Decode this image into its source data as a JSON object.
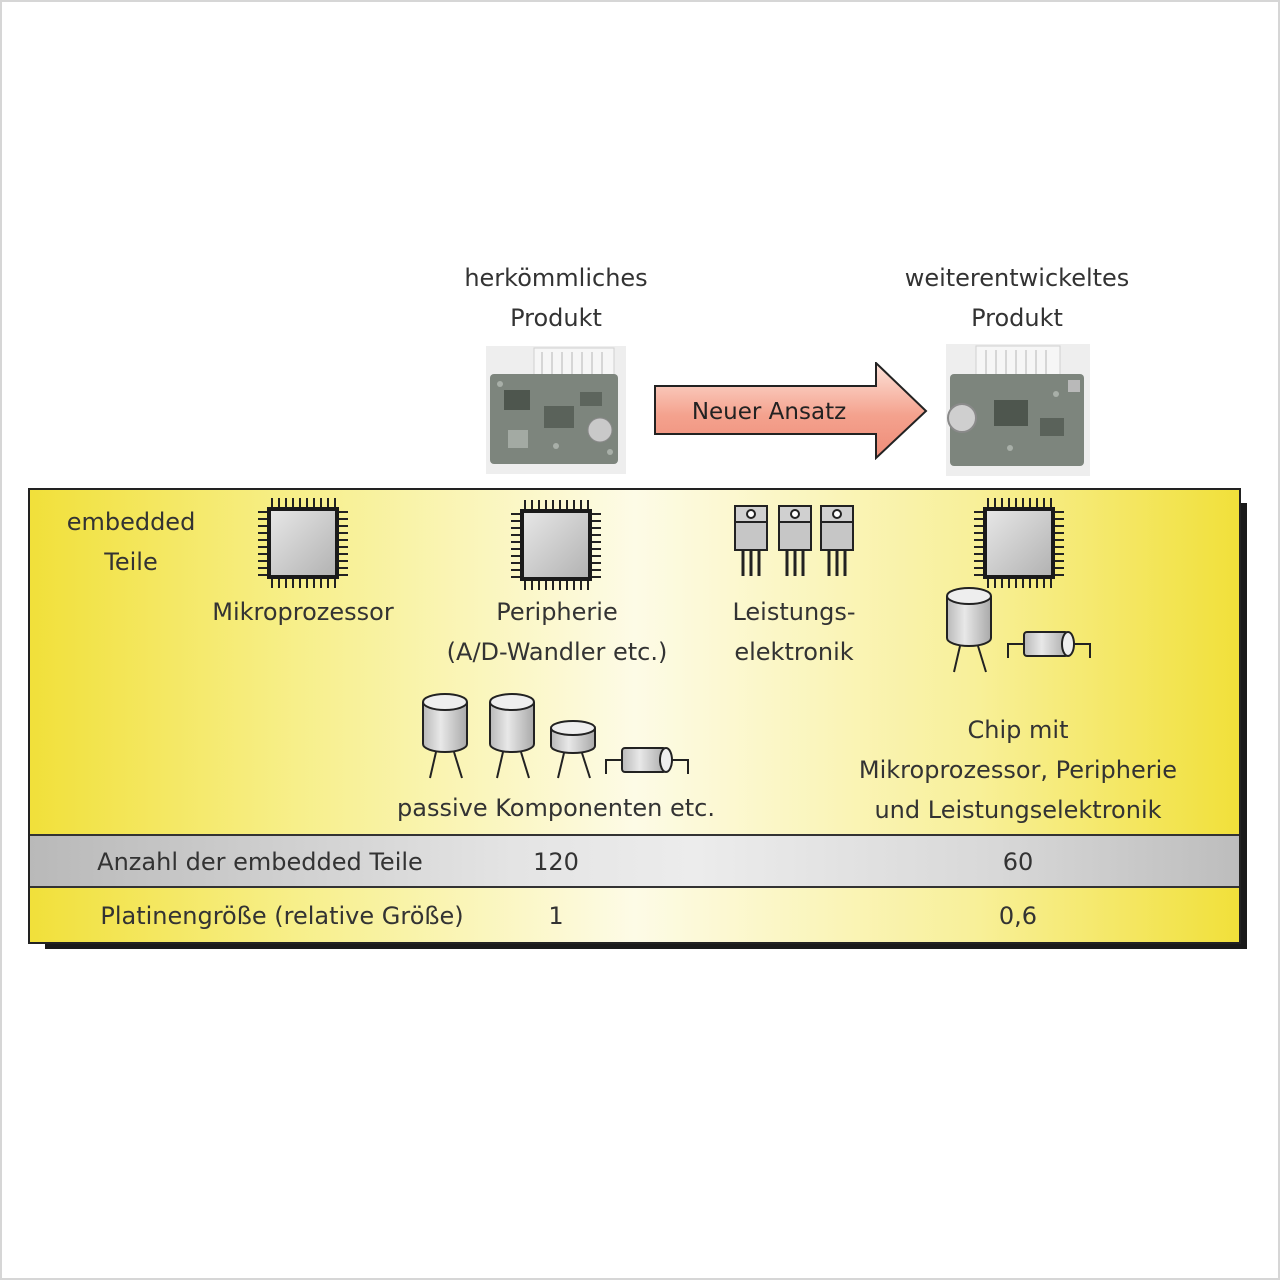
{
  "header": {
    "conventional_label": "herkömmliches\nProdukt",
    "advanced_label": "weiterentwickeltes\nProdukt",
    "arrow_label": "Neuer Ansatz"
  },
  "panel": {
    "section_label": "embedded\nTeile",
    "items": {
      "microprocessor": "Mikroprozessor",
      "peripheral": "Peripherie\n(A/D-Wandler etc.)",
      "power": "Leistungs-\nelektronik",
      "passive": "passive Komponenten etc.",
      "chip": "Chip mit\nMikroprozessor, Peripherie\nund Leistungselektronik"
    }
  },
  "table": {
    "rows": [
      {
        "label": "Anzahl der embedded Teile",
        "conventional": "120",
        "advanced": "60"
      },
      {
        "label": "Platinengröße (relative Größe)",
        "conventional": "1",
        "advanced": "0,6"
      }
    ]
  },
  "colors": {
    "panel_yellow": "#f1e03a",
    "arrow_fill": "#f4a08c",
    "row_grey": "#d8d8d8"
  },
  "icons": [
    "pcb-photo",
    "arrow-right-icon",
    "chip-icon",
    "transistor-icon",
    "capacitor-icon",
    "resistor-icon"
  ]
}
